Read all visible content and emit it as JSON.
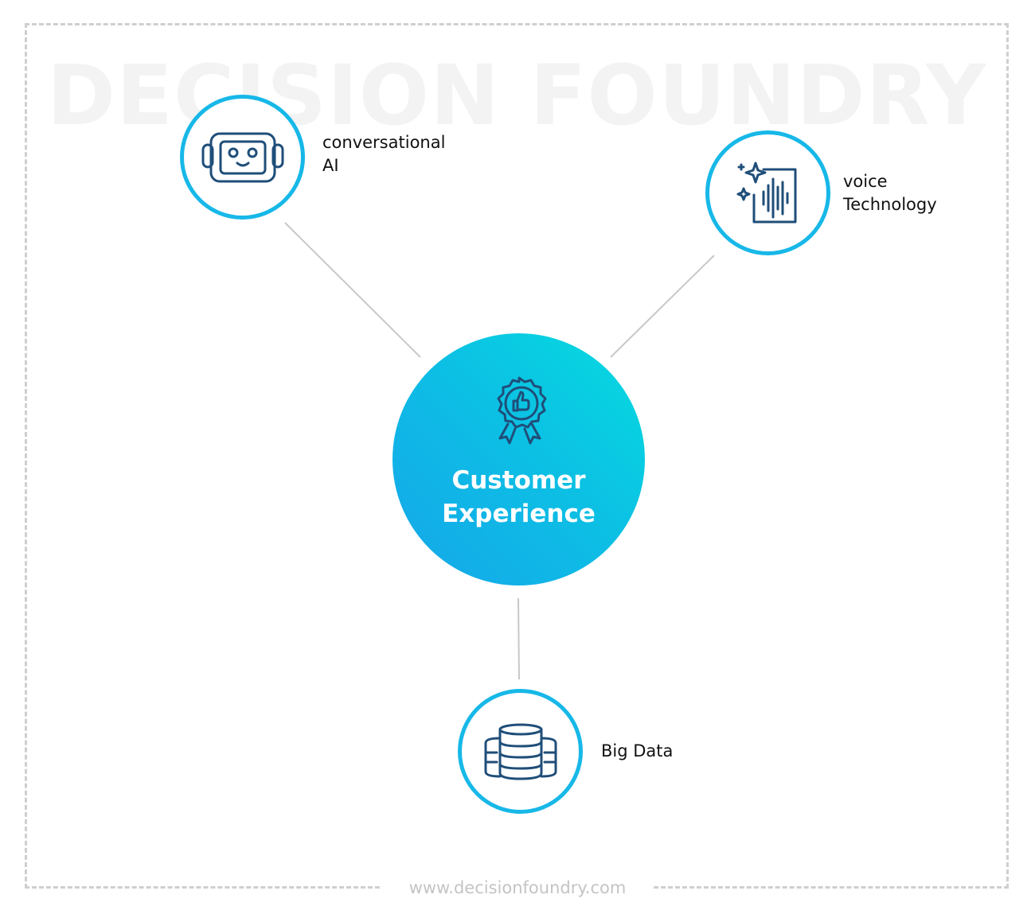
{
  "watermark": "DECISION FOUNDRY",
  "footer": {
    "url": "www.decisionfoundry.com"
  },
  "center": {
    "title": "Customer\nExperience",
    "icon": "award-badge-thumbs-up-icon"
  },
  "nodes": [
    {
      "id": "conversational-ai",
      "label": "conversational\nAI",
      "icon": "robot-icon"
    },
    {
      "id": "voice-technology",
      "label": "voice\nTechnology",
      "icon": "voice-waveform-sparkle-icon"
    },
    {
      "id": "big-data",
      "label": "Big Data",
      "icon": "database-stack-icon"
    }
  ],
  "colors": {
    "ring": "#17b8e8",
    "icon_stroke": "#1f4e79",
    "center_gradient_start": "#05dcdf",
    "center_gradient_end": "#16a6ea",
    "connector": "#c8c8c8",
    "frame": "#cfcfcf"
  }
}
